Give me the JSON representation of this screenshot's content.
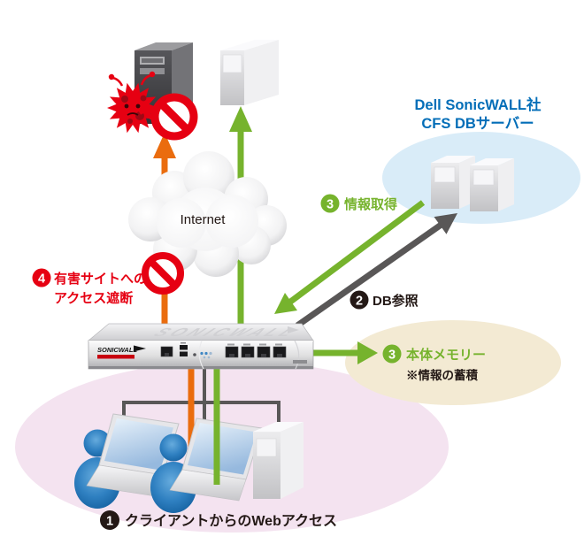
{
  "colors": {
    "green": "#76b32d",
    "orange": "#ea6c0e",
    "red": "#e60012",
    "blue": "#036eb8",
    "dark": "#231815",
    "gray": "#595757",
    "eblue": "#d9ecf8",
    "eyellow": "#f3ead3",
    "epink": "#f4e3f0"
  },
  "header": {
    "title_line1": "Dell SonicWALL社",
    "title_line2": "CFS DBサーバー"
  },
  "cloud": {
    "label": "Internet"
  },
  "appliance": {
    "brand": "SONICWALL"
  },
  "steps": {
    "client_access": {
      "num": "1",
      "label": "クライアントからのWebアクセス"
    },
    "db_lookup": {
      "num": "2",
      "label": "DB参照"
    },
    "info_fetch": {
      "num": "3",
      "label": "情報取得"
    },
    "memory": {
      "num": "3",
      "label": "本体メモリー",
      "note": "※情報の蓄積"
    },
    "block": {
      "num": "4",
      "line1": "有害サイトへの",
      "line2": "アクセス遮断"
    }
  }
}
